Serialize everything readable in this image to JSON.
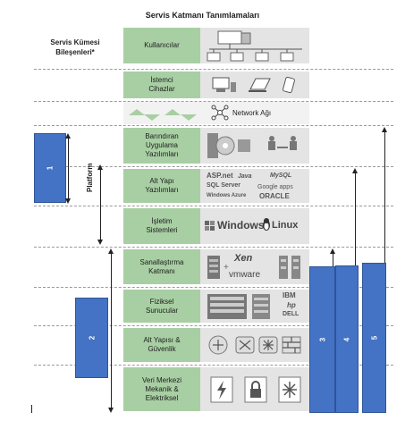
{
  "title": "Servis Katmanı Tanımlamaları",
  "cluster_label_line1": "Servis Kümesi",
  "cluster_label_line2": "Bileşenleri*",
  "layers": [
    {
      "label_lines": [
        "Kullanıcılar"
      ]
    },
    {
      "label_lines": [
        "İstemci",
        "Cihazlar"
      ]
    },
    {
      "label_lines": [
        "Barındıran",
        "Uygulama",
        "Yazılımları"
      ]
    },
    {
      "label_lines": [
        "Alt Yapı",
        "Yazılımları"
      ]
    },
    {
      "label_lines": [
        "İşletim",
        "Sistemleri"
      ]
    },
    {
      "label_lines": [
        "Sanallaştırma",
        "Katmanı"
      ]
    },
    {
      "label_lines": [
        "Fiziksel",
        "Sunucular"
      ]
    },
    {
      "label_lines": [
        "Alt Yapısı &",
        "Güvenlik"
      ]
    },
    {
      "label_lines": [
        "Veri Merkezi",
        "Mekanik &",
        "Elektriksel"
      ]
    }
  ],
  "network_label": "Network Ağı",
  "platform_label": "Platform",
  "blue_boxes": [
    "1",
    "2",
    "3",
    "4",
    "5"
  ],
  "logos": {
    "aspnet": "ASP.net",
    "java": "Java",
    "mysql": "MySQL",
    "sqlserver": "SQL Server",
    "googleapps": "Google apps",
    "windows_azure": "Windows Azure",
    "oracle": "ORACLE",
    "windows": "Windows",
    "linux": "Linux",
    "xen": "Xen",
    "vmware": "vmware",
    "ibm": "IBM",
    "hp": "hp",
    "dell": "DELL"
  },
  "colors": {
    "green": "#a8cfa3",
    "blue": "#4472c4",
    "gray": "#e4e4e4"
  }
}
